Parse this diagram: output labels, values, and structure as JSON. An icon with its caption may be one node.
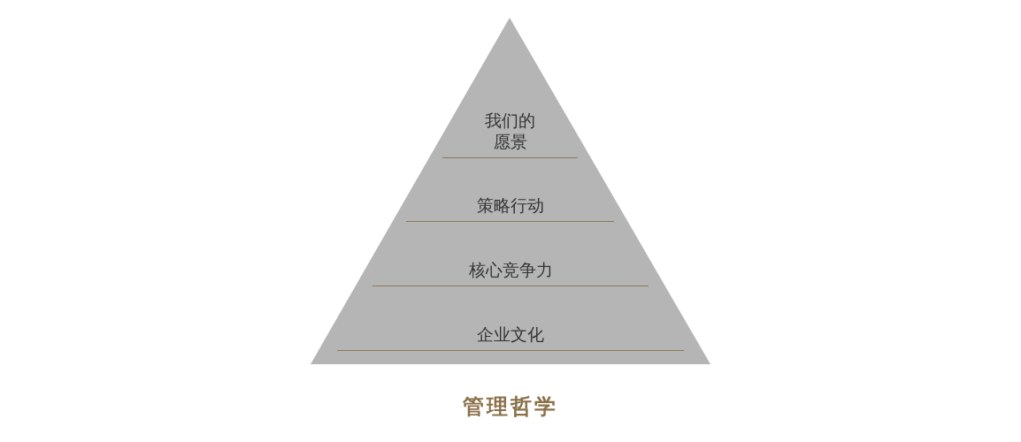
{
  "diagram": {
    "caption": "管理哲学",
    "nodes": [
      {
        "text": [
          "我们的愿景"
        ]
      },
      {
        "text": [
          "策略行动"
        ]
      },
      {
        "text": [
          "核心竞争力"
        ]
      },
      {
        "text": [
          "企业文化"
        ]
      }
    ]
  }
}
